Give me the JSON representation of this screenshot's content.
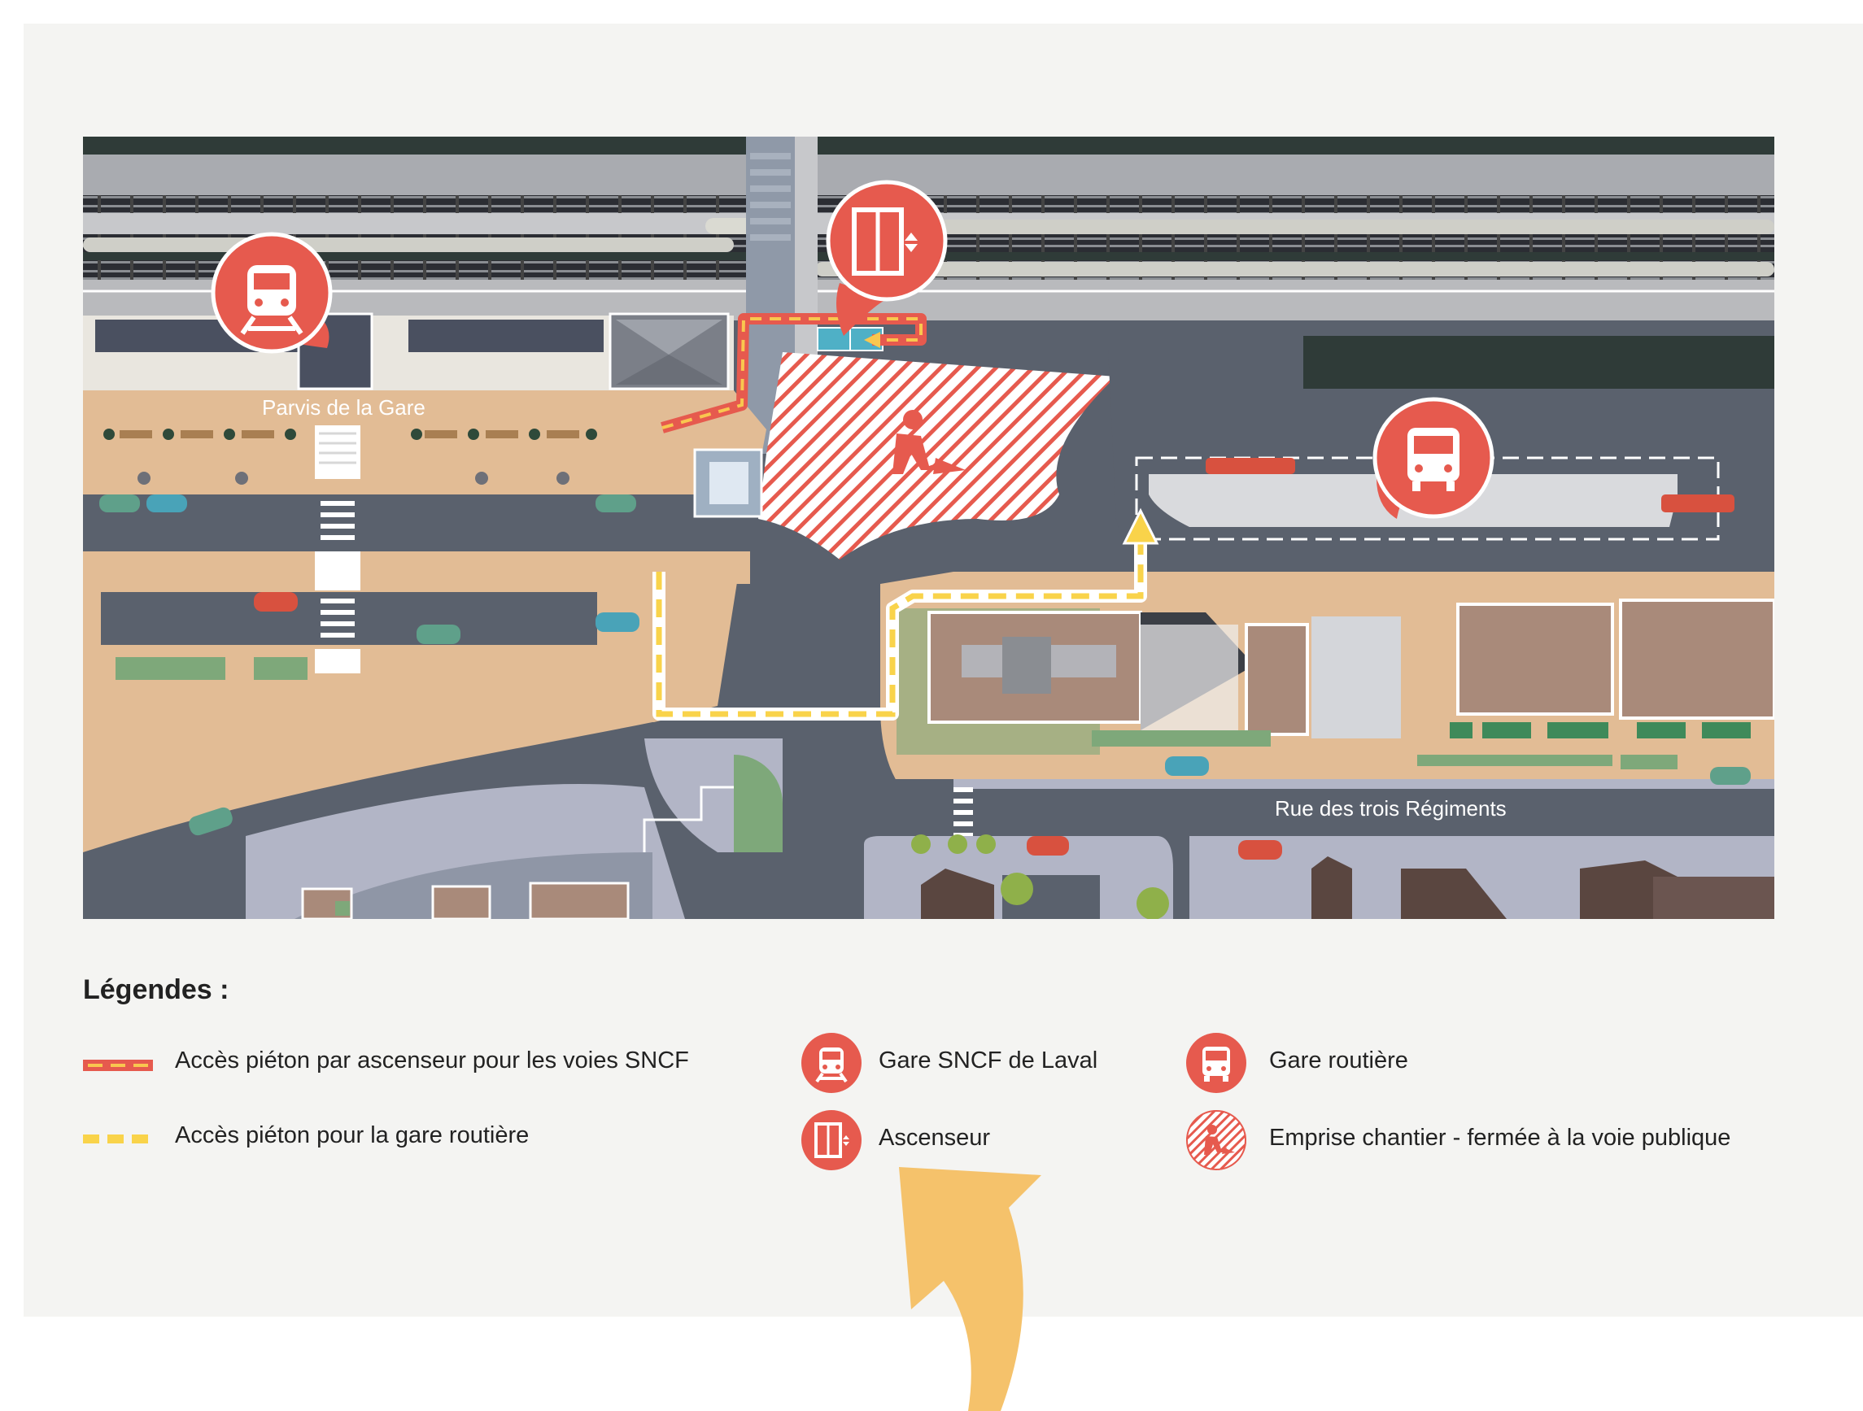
{
  "map": {
    "labels": {
      "parvis": "Parvis de la Gare",
      "rue": "Rue des trois Régiments"
    }
  },
  "legend": {
    "title": "Légendes :",
    "items": [
      {
        "id": "acces-ascenseur",
        "label": "Accès piéton par ascenseur pour les voies SNCF",
        "swatch": "red-yellow-dashed-line"
      },
      {
        "id": "acces-gare-routiere",
        "label": "Accès piéton pour la gare routière",
        "swatch": "yellow-dashed-line"
      },
      {
        "id": "gare-sncf",
        "label": "Gare SNCF de Laval",
        "icon": "train-icon"
      },
      {
        "id": "ascenseur",
        "label": "Ascenseur",
        "icon": "elevator-icon"
      },
      {
        "id": "gare-routiere",
        "label": "Gare routière",
        "icon": "bus-icon"
      },
      {
        "id": "chantier",
        "label": "Emprise chantier - fermée à la voie publique",
        "icon": "construction-icon"
      }
    ]
  },
  "colors": {
    "accent_red": "#e65a4e",
    "path_yellow": "#f9d34a",
    "road": "#5a616d",
    "sidewalk": "#e2bc95",
    "pointer_arrow": "#f5c26b"
  }
}
